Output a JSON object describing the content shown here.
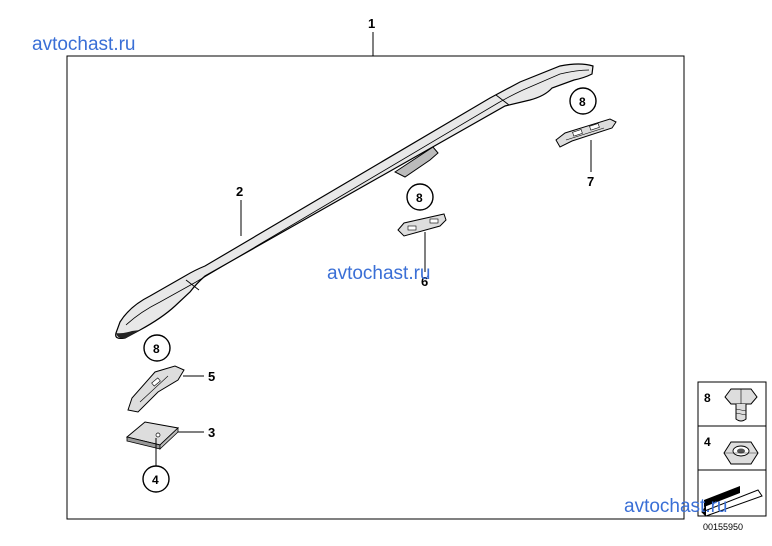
{
  "watermark": {
    "text": "avtochast.ru"
  },
  "callouts": {
    "p1": "1",
    "p2": "2",
    "p3": "3",
    "p4": "4",
    "p5": "5",
    "p6": "6",
    "p7": "7",
    "p8": "8"
  },
  "legend": {
    "bolt_label": "8",
    "nut_label": "4"
  },
  "document_number": "00155950"
}
